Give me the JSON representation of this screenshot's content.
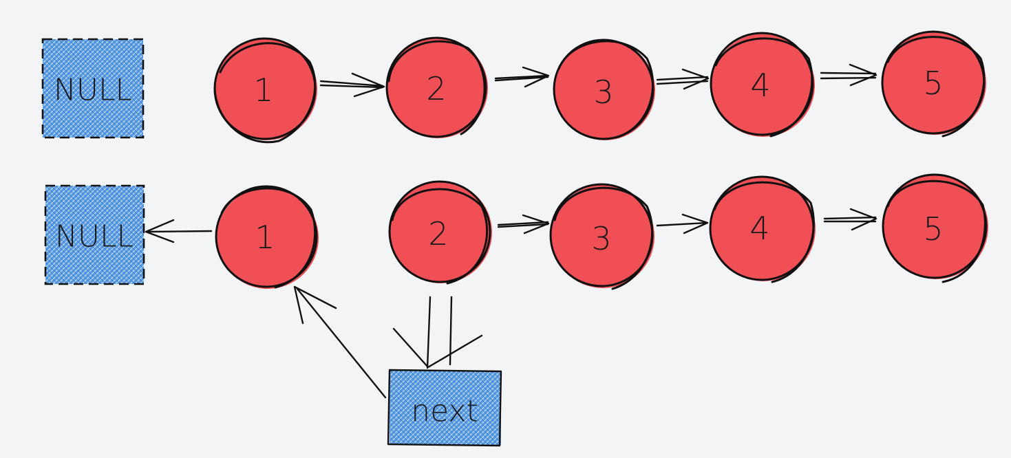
{
  "colors": {
    "background": "#f3f4f6",
    "node_fill": "#ef4f55",
    "box_fill": "#5b9ee6",
    "stroke": "#111111"
  },
  "row1": {
    "null_label": "NULL",
    "nodes": [
      "1",
      "2",
      "3",
      "4",
      "5"
    ]
  },
  "row2": {
    "null_label": "NULL",
    "nodes": [
      "1",
      "2",
      "3",
      "4",
      "5"
    ]
  },
  "pointer": {
    "label": "next"
  }
}
